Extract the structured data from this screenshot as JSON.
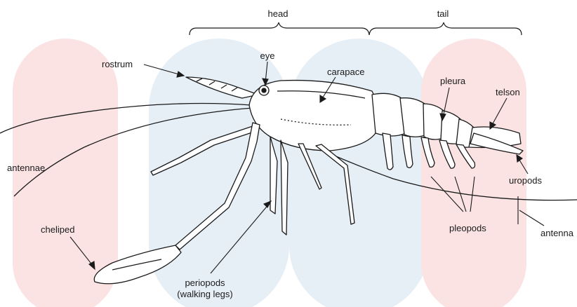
{
  "labels": {
    "head": "head",
    "tail": "tail",
    "rostrum": "rostrum",
    "eye": "eye",
    "carapace": "carapace",
    "pleura": "pleura",
    "telson": "telson",
    "antennae": "antennae",
    "uropods": "uropods",
    "cheliped": "cheliped",
    "pleopods": "pleopods",
    "antenna": "antenna",
    "periopods_line1": "periopods",
    "periopods_line2": "(walking legs)"
  },
  "colors": {
    "watermark_pink": "#fbe3e3",
    "watermark_blue": "#e6eef6",
    "ink": "#1a1a1a"
  }
}
